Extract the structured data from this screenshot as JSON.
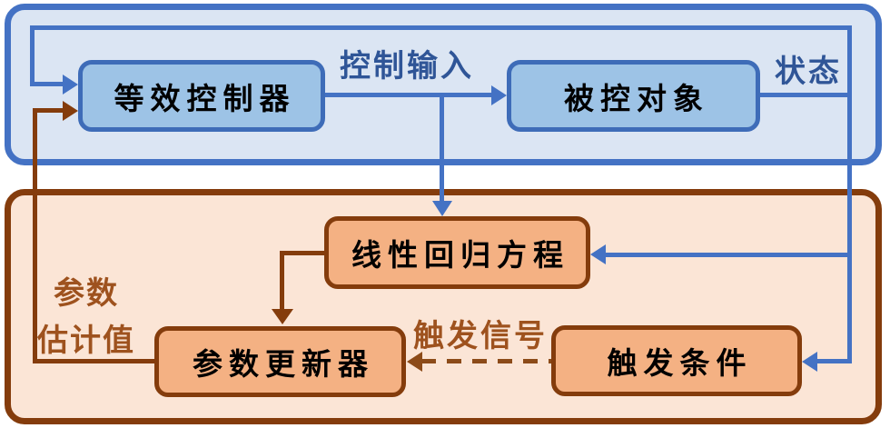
{
  "diagram_title": "event-triggered-adaptive-control-loop",
  "colors": {
    "blue_accent": "#4472C4",
    "blue_box_fill": "#9DC3E6",
    "blue_box_border": "#3E6CB8",
    "blue_container_fill": "#DBE5F3",
    "blue_label_text": "#2F5597",
    "brown_accent": "#843C0C",
    "orange_box_fill": "#F4B183",
    "orange_container_fill": "#FBE5D6",
    "brown_label_text": "#9E521E"
  },
  "top_loop": {
    "controller_label": "等效控制器",
    "plant_label": "被控对象",
    "control_input_label": "控制输入",
    "state_label": "状态"
  },
  "bottom_loop": {
    "regression_label": "线性回归方程",
    "updater_label": "参数更新器",
    "trigger_label": "触发条件",
    "trigger_signal_label": "触发信号",
    "param_estimate_line1": "参数",
    "param_estimate_line2": "估计值"
  }
}
